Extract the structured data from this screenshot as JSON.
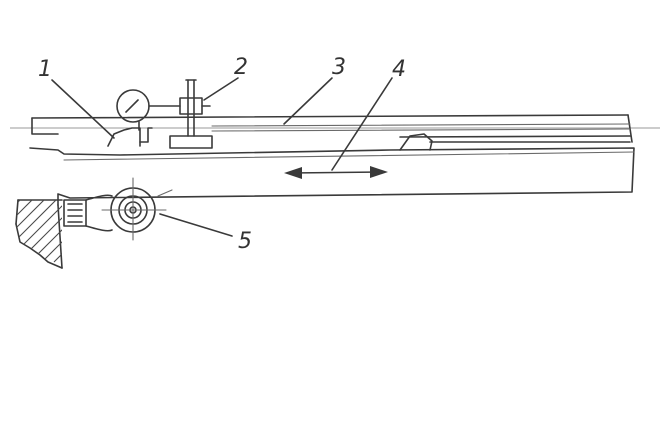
{
  "callouts": {
    "c1": "1",
    "c2": "2",
    "c3": "3",
    "c4": "4",
    "c5": "5"
  },
  "icons": {
    "dial": "dial-indicator-icon",
    "arrow": "double-arrow-icon",
    "pulley": "pulley-icon"
  },
  "colors": {
    "ink": "#3a3a3a",
    "paper": "#ffffff"
  }
}
